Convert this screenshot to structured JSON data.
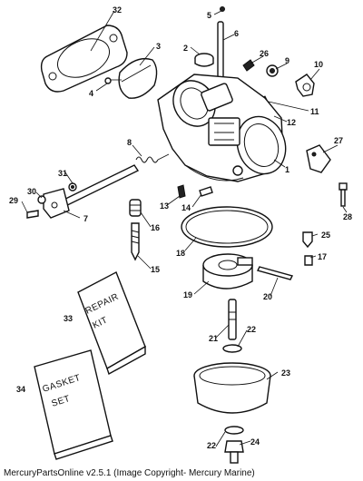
{
  "callouts": [
    "1",
    "2",
    "3",
    "4",
    "5",
    "6",
    "7",
    "8",
    "9",
    "10",
    "11",
    "12",
    "13",
    "14",
    "15",
    "16",
    "17",
    "18",
    "19",
    "20",
    "21",
    "22",
    "23",
    "24",
    "25",
    "26",
    "27",
    "28",
    "29",
    "30",
    "31",
    "32",
    "33",
    "34"
  ],
  "boxes": {
    "repair_kit": [
      "REPAIR",
      "KIT"
    ],
    "gasket_set": [
      "GASKET",
      "SET"
    ]
  },
  "caption": "MercuryPartsOnline v2.5.1 (Image Copyright- Mercury Marine)"
}
